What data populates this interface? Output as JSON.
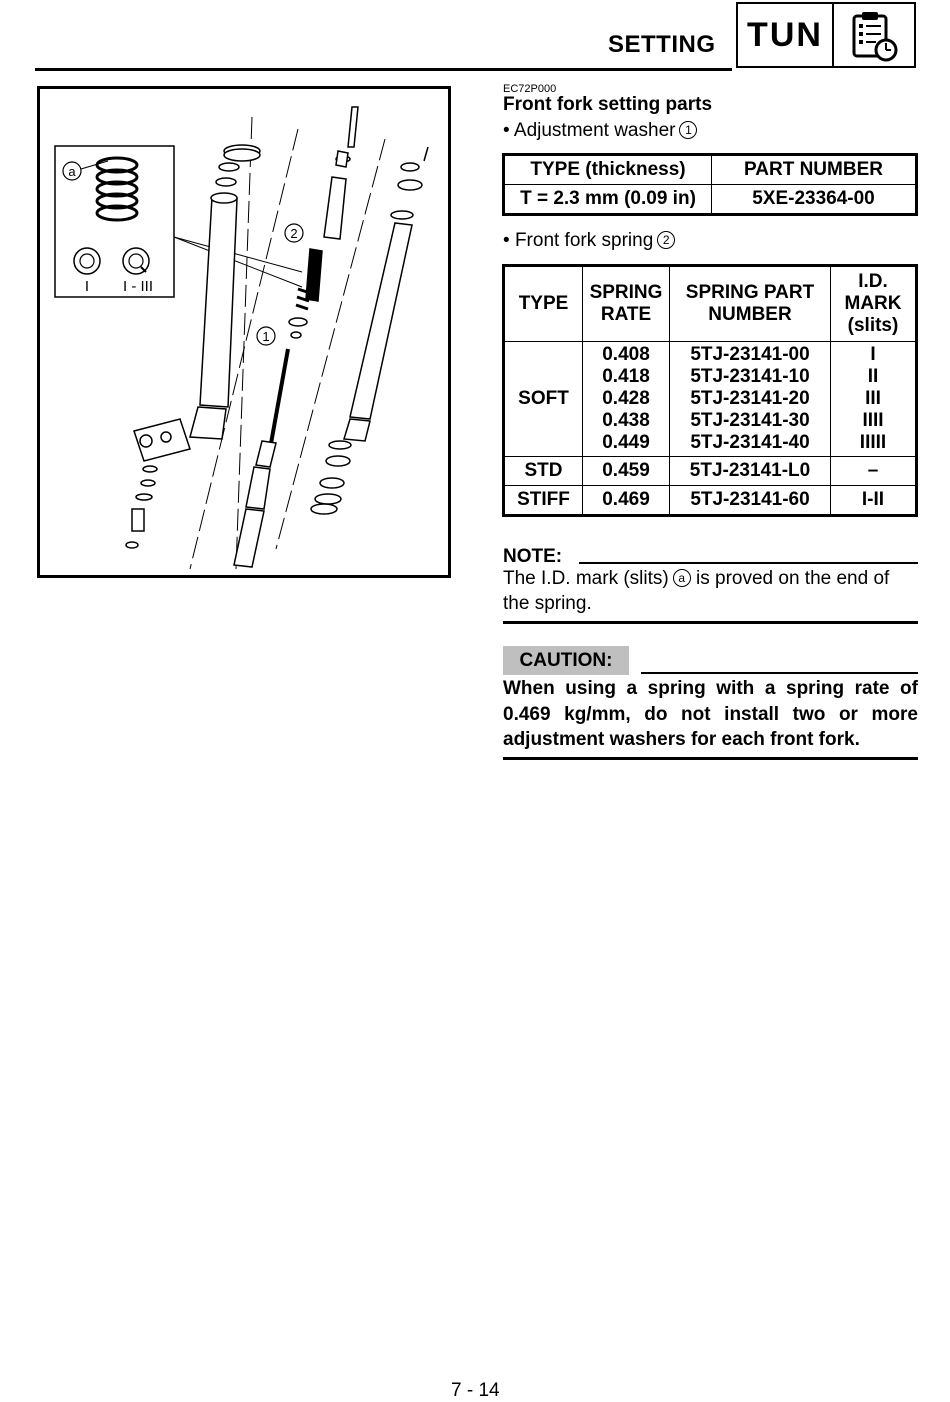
{
  "header": {
    "title": "SETTING",
    "tab_label": "TUN",
    "tab_icon": "clipboard-stopwatch-icon"
  },
  "figure": {
    "callout_a": "a",
    "callout_1": "1",
    "callout_2": "2",
    "inset_label_left": "I",
    "inset_label_right": "I - III"
  },
  "section": {
    "code": "EC72P000",
    "title": "Front fork setting parts",
    "bullet1": "Adjustment washer",
    "bullet1_ref": "1",
    "bullet2": "Front fork spring",
    "bullet2_ref": "2"
  },
  "washer_table": {
    "headers": [
      "TYPE (thickness)",
      "PART NUMBER"
    ],
    "rows": [
      [
        "T = 2.3 mm (0.09 in)",
        "5XE-23364-00"
      ]
    ]
  },
  "spring_table": {
    "headers": [
      "TYPE",
      "SPRING\nRATE",
      "SPRING PART\nNUMBER",
      "I.D.\nMARK\n(slits)"
    ],
    "rows": [
      [
        "SOFT",
        "0.408\n0.418\n0.428\n0.438\n0.449",
        "5TJ-23141-00\n5TJ-23141-10\n5TJ-23141-20\n5TJ-23141-30\n5TJ-23141-40",
        "I\nII\nIII\nIIII\nIIIII"
      ],
      [
        "STD",
        "0.459",
        "5TJ-23141-L0",
        "–"
      ],
      [
        "STIFF",
        "0.469",
        "5TJ-23141-60",
        "I-II"
      ]
    ]
  },
  "note": {
    "label": "NOTE:",
    "text_before": "The I.D. mark (slits)",
    "ref": "a",
    "text_after": "is proved on the end of the spring."
  },
  "caution": {
    "label": "CAUTION:",
    "text": "When using a spring with a spring rate of 0.469 kg/mm, do not install two or more adjustment washers for each front fork."
  },
  "page_number": "7 - 14"
}
